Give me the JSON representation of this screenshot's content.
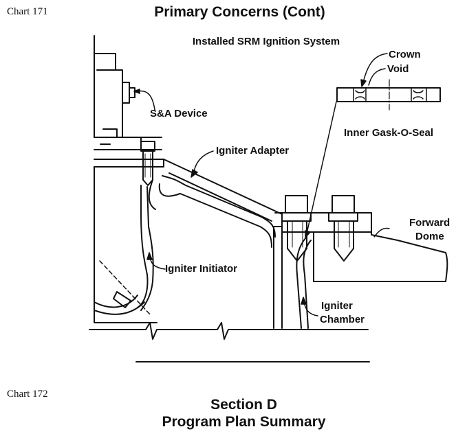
{
  "header": {
    "chart_number": "Chart 171",
    "title": "Primary Concerns (Cont)",
    "subtitle": "Installed SRM Ignition System"
  },
  "labels": {
    "crown": "Crown",
    "void": "Void",
    "sa_device": "S&A Device",
    "inner_gask_o_seal": "Inner Gask-O-Seal",
    "igniter_adapter": "Igniter Adapter",
    "forward": "Forward",
    "dome": "Dome",
    "igniter_initiator": "Igniter Initiator",
    "igniter": "Igniter",
    "chamber": "Chamber"
  },
  "footer": {
    "chart_number": "Chart 172",
    "section": "Section D",
    "section_title": "Program Plan Summary"
  }
}
